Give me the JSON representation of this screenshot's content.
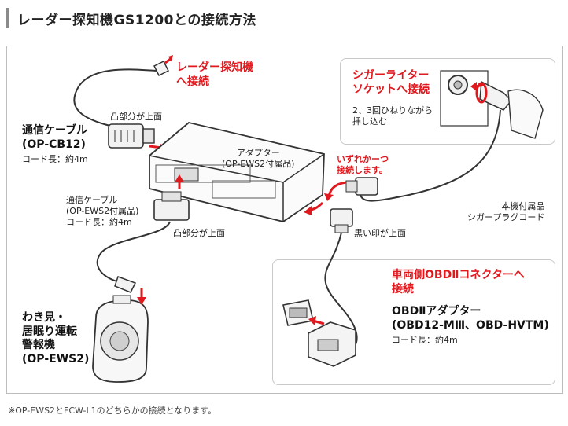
{
  "title": "レーダー探知機GS1200との接続方法",
  "labels": {
    "radar_connect": [
      "レーダー探知機",
      "へ接続"
    ],
    "convex_up_top": "凸部分が上面",
    "comm_cable_main": [
      "通信ケーブル",
      "(OP-CB12)"
    ],
    "comm_cable_main_length": "コード長：約4m",
    "adapter": [
      "アダプター",
      "(OP-EWS2付属品)"
    ],
    "comm_cable_sub": [
      "通信ケーブル",
      "(OP-EWS2付属品)",
      "コード長：約4m"
    ],
    "convex_up_bottom": "凸部分が上面",
    "cigar_socket": [
      "シガーライター",
      "ソケットへ接続"
    ],
    "cigar_twist": [
      "2、3回ひねりながら",
      "挿し込む"
    ],
    "either_connect": [
      "いずれかーつ",
      "接続します。"
    ],
    "cigar_plug_cord": [
      "本機付属品",
      "シガープラグコード"
    ],
    "black_mark_up": "黒い印が上面",
    "obd_connect": [
      "車両側OBDⅡコネクターへ",
      "接続"
    ],
    "obd_adapter": [
      "OBDⅡアダプター",
      "(OBD12-MⅢ、OBD-HVTM)"
    ],
    "obd_length": "コード長：約4m",
    "warning_device": [
      "わき見・",
      "居眠り運転",
      "警報機",
      "(OP-EWS2)"
    ]
  },
  "footnote": "※OP-EWS2とFCW-L1のどちらかの接続となります。"
}
